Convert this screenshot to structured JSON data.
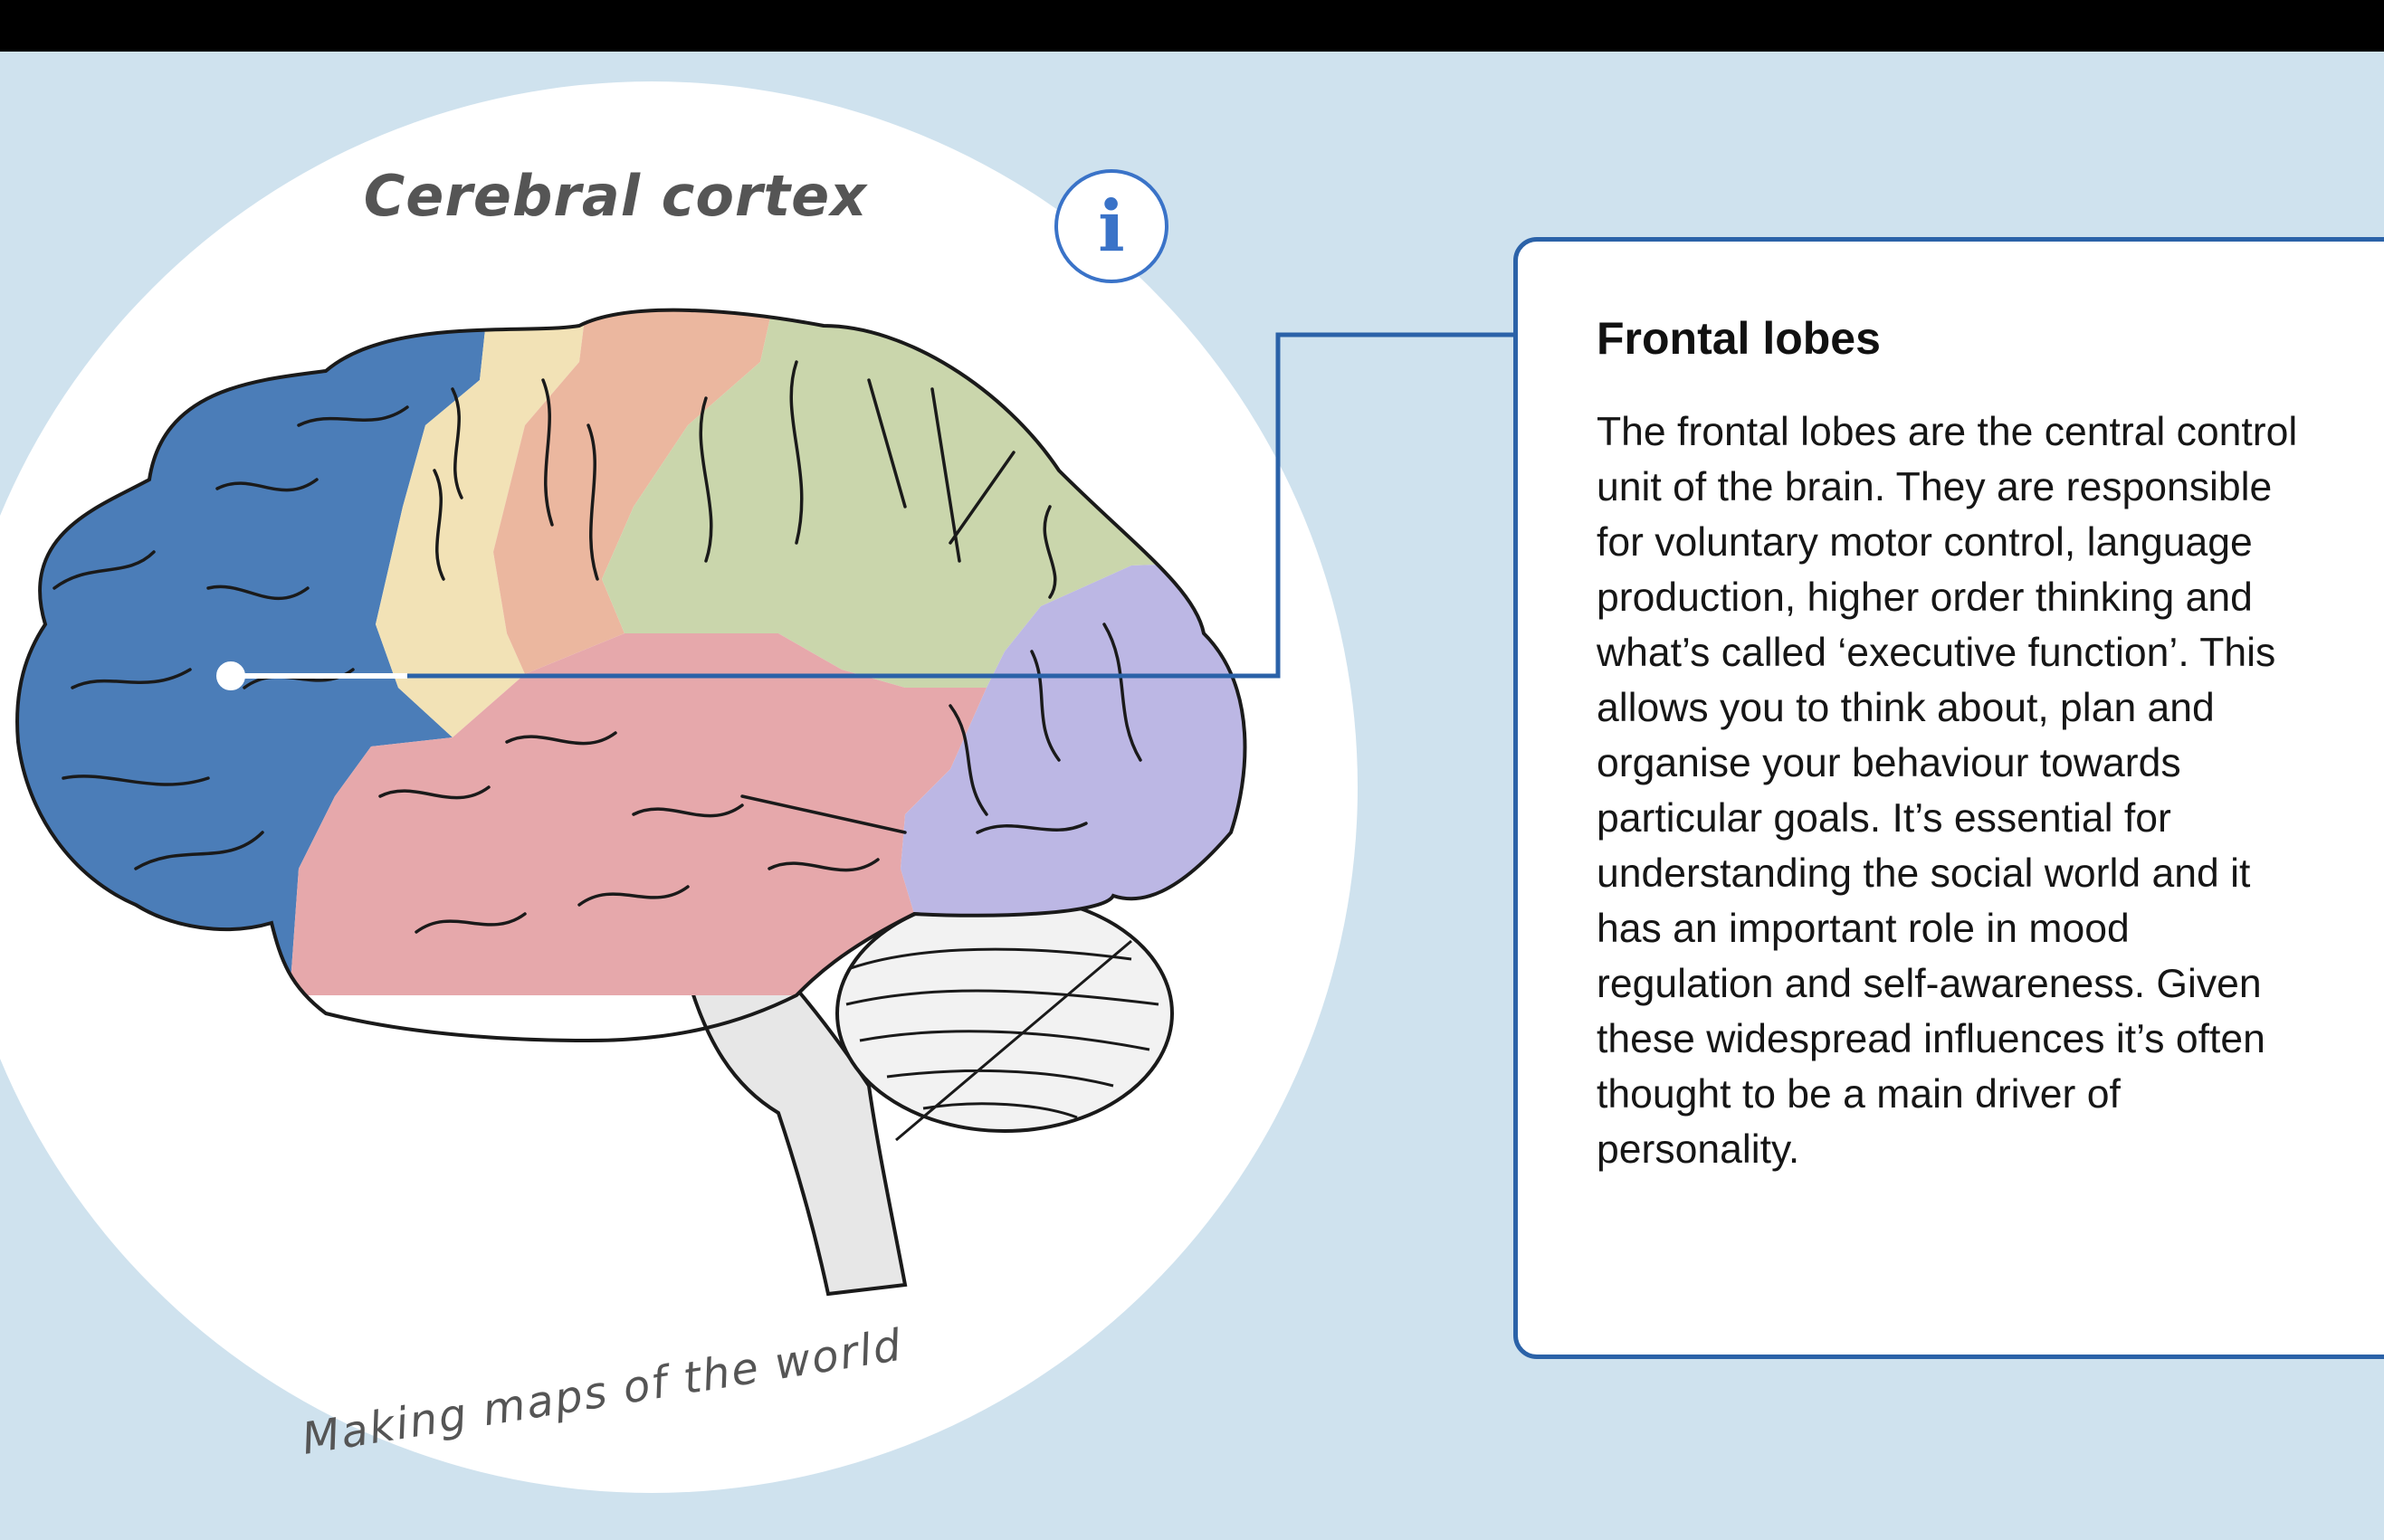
{
  "diagram": {
    "title": "Cerebral cortex",
    "subtitle": "Making maps of the world",
    "info_icon": "info-icon",
    "colors": {
      "frontal": "#4b7db8",
      "motor": "#f2e2b6",
      "somatosensory": "#ebb79f",
      "parietal": "#cad6ac",
      "occipital": "#bcb7e4",
      "temporal": "#e6a8ab",
      "accent": "#2b62a8"
    }
  },
  "panel": {
    "heading": "Frontal lobes",
    "body": "The frontal lobes are the central control unit of the brain. They are responsible for voluntary motor control, language production, higher order thinking and what’s called ‘executive function’. This allows you to think about, plan and organise your behaviour towards particular goals. It’s essential for understanding the social world and it has an important role in mood regulation and self-awareness. Given these widespread influences it’s often thought to be a main driver of personality."
  }
}
